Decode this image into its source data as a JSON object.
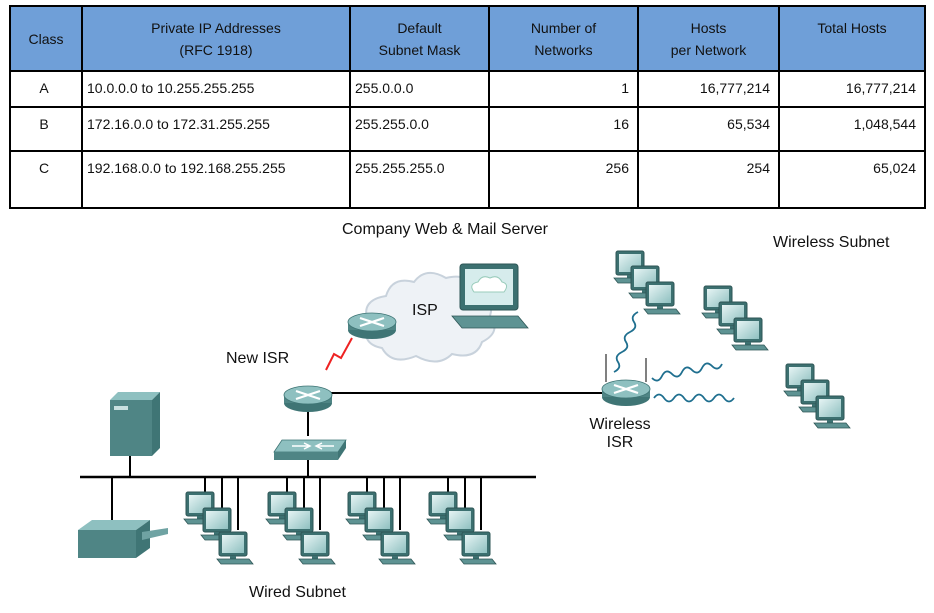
{
  "table": {
    "headers": {
      "class": "Class",
      "private_line1": "Private IP Addresses",
      "private_line2": "(RFC 1918)",
      "mask_line1": "Default",
      "mask_line2": "Subnet Mask",
      "networks_line1": "Number of",
      "networks_line2": "Networks",
      "hosts_line1": "Hosts",
      "hosts_line2": "per Network",
      "total": "Total Hosts"
    },
    "rows": [
      {
        "class": "A",
        "range": "10.0.0.0 to 10.255.255.255",
        "mask": "255.0.0.0",
        "networks": "1",
        "hosts": "16,777,214",
        "total": "16,777,214"
      },
      {
        "class": "B",
        "range": "172.16.0.0 to 172.31.255.255",
        "mask": "255.255.0.0",
        "networks": "16",
        "hosts": "65,534",
        "total": "1,048,544"
      },
      {
        "class": "C",
        "range": "192.168.0.0 to 192.168.255.255",
        "mask": "255.255.255.0",
        "networks": "256",
        "hosts": "254",
        "total": "65,024"
      }
    ]
  },
  "diagram": {
    "server_label": "Company Web & Mail Server",
    "wireless_subnet_label": "Wireless Subnet",
    "isp_label": "ISP",
    "new_isr_label": "New ISR",
    "wireless_isr_line1": "Wireless",
    "wireless_isr_line2": "ISR",
    "wired_subnet_label": "Wired Subnet"
  }
}
